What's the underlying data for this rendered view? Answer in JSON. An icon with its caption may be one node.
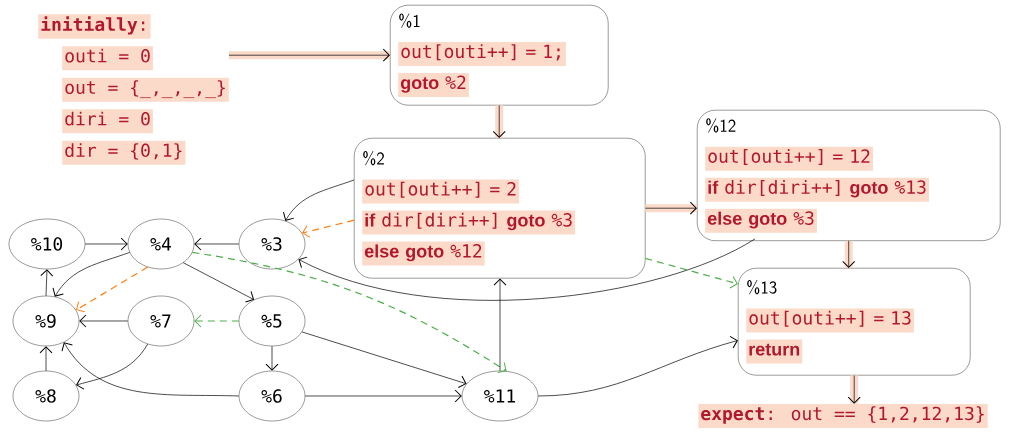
{
  "diagram": {
    "nodes": [
      {
        "text": [
          "**initially**:",
          "outi = 0",
          "out = {_,_,_,_}",
          "diri = 0",
          "dir = {0,1}"
        ]
      },
      {
        "text": [
          "%1",
          "out[outi++] = 1;",
          "**goto** %2"
        ]
      },
      {
        "text": [
          "%2",
          "out[outi++] = 2",
          "**if** dir[diri++] **goto** %3",
          "**else goto** %12"
        ]
      },
      {
        "text": [
          "%12",
          "out[outi++] = 12",
          "**if** dir[diri++] **goto** %13",
          "**else goto** %3"
        ]
      },
      {
        "text": [
          "%13",
          "out[outi++] = 13",
          "**return**"
        ]
      },
      {
        "text": [
          "**expect**: out == {1,2,12,13}"
        ]
      },
      {
        "text": [
          "%10"
        ]
      },
      {
        "text": [
          "%4"
        ]
      },
      {
        "text": [
          "%3"
        ]
      },
      {
        "text": [
          "%9"
        ]
      },
      {
        "text": [
          "%7"
        ]
      },
      {
        "text": [
          "%5"
        ]
      },
      {
        "text": [
          "%8"
        ]
      },
      {
        "text": [
          "%6"
        ]
      },
      {
        "text": [
          "%11"
        ]
      }
    ],
    "edges": [
      {
        "from": 0,
        "to": 1,
        "arrow": "to",
        "style": "thick",
        "color": "#fcdac9"
      },
      {
        "from": 1,
        "to": 2,
        "arrow": "to",
        "style": "thick",
        "color": "#fcdac9"
      },
      {
        "from": 2,
        "to": 3,
        "arrow": "to",
        "style": "thick",
        "color": "#fcdac9"
      },
      {
        "from": 3,
        "to": 4,
        "arrow": "to",
        "style": "thick",
        "color": "#fcdac9"
      },
      {
        "from": 4,
        "to": 5,
        "arrow": "to",
        "style": "thick",
        "color": "#fcdac9"
      },
      {
        "from": 2,
        "to": 8,
        "arrow": "to"
      },
      {
        "from": 2,
        "to": 8,
        "arrow": "to",
        "style": "dashed",
        "color": "#ff7f0e"
      },
      {
        "from": 3,
        "to": 8,
        "arrow": "to"
      },
      {
        "from": 6,
        "to": 7,
        "arrow": "to"
      },
      {
        "from": 8,
        "to": 7,
        "arrow": "to"
      },
      {
        "from": 7,
        "to": 9,
        "arrow": "to"
      },
      {
        "from": 7,
        "to": 9,
        "arrow": "to",
        "style": "dashed",
        "color": "#ff7f0e"
      },
      {
        "from": 7,
        "to": 11,
        "arrow": "to"
      },
      {
        "from": 7,
        "to": 14,
        "arrow": "to",
        "style": "dashed",
        "color": "#4daf4a"
      },
      {
        "from": 11,
        "to": 10,
        "arrow": "to",
        "style": "dashed",
        "color": "#4daf4a"
      },
      {
        "from": 10,
        "to": 9,
        "arrow": "to"
      },
      {
        "from": 10,
        "to": 12,
        "arrow": "to"
      },
      {
        "from": 9,
        "to": 6,
        "arrow": "to"
      },
      {
        "from": 12,
        "to": 9,
        "arrow": "to"
      },
      {
        "from": 11,
        "to": 13,
        "arrow": "to"
      },
      {
        "from": 11,
        "to": 14,
        "arrow": "to"
      },
      {
        "from": 13,
        "to": 9,
        "arrow": "to"
      },
      {
        "from": 13,
        "to": 14,
        "arrow": "to"
      },
      {
        "from": 14,
        "to": 2,
        "arrow": "to"
      },
      {
        "from": 14,
        "to": 4,
        "arrow": "to"
      },
      {
        "from": 2,
        "to": 4,
        "arrow": "to",
        "style": "dashed",
        "color": "#4daf4a"
      }
    ]
  }
}
